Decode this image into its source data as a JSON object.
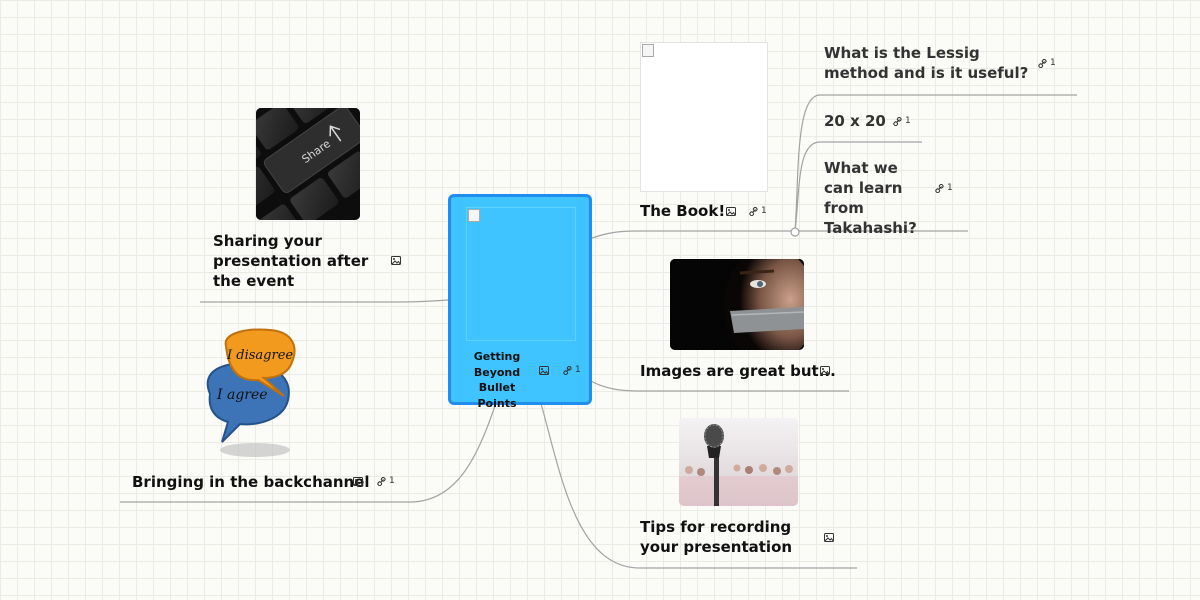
{
  "central": {
    "title": "Getting Beyond Bullet Points",
    "link_count": "1"
  },
  "nodes": {
    "sharing": {
      "label": "Sharing your presentation after the event"
    },
    "backchannel": {
      "label": "Bringing in the backchannel",
      "link_count": "1"
    },
    "book": {
      "label": "The Book!",
      "link_count": "1"
    },
    "images": {
      "label": "Images are great but..."
    },
    "tips": {
      "label": "Tips for recording your presentation"
    }
  },
  "book_children": {
    "lessig": {
      "label": "What is the Lessig method and is it useful?",
      "link_count": "1"
    },
    "twenty": {
      "label": "20 x 20",
      "link_count": "1"
    },
    "takahashi": {
      "label": "What we can learn from Takahashi?",
      "link_count": "1"
    }
  },
  "icons": {
    "image_attachment": "image-icon",
    "link_attachment": "link-icon",
    "keyboard_share_image": "keyboard-share-image",
    "speech_bubbles_image": "speech-bubbles-image",
    "taped_mouth_image": "taped-mouth-image",
    "microphone_image": "microphone-image"
  },
  "speech_bubbles": {
    "top": "I disagree",
    "bottom": "I agree"
  },
  "keyboard_key": {
    "text": "Share"
  },
  "colors": {
    "central_fill": "#3fc4ff",
    "central_border": "#1f8ef0",
    "connector": "#a3a3a3"
  }
}
